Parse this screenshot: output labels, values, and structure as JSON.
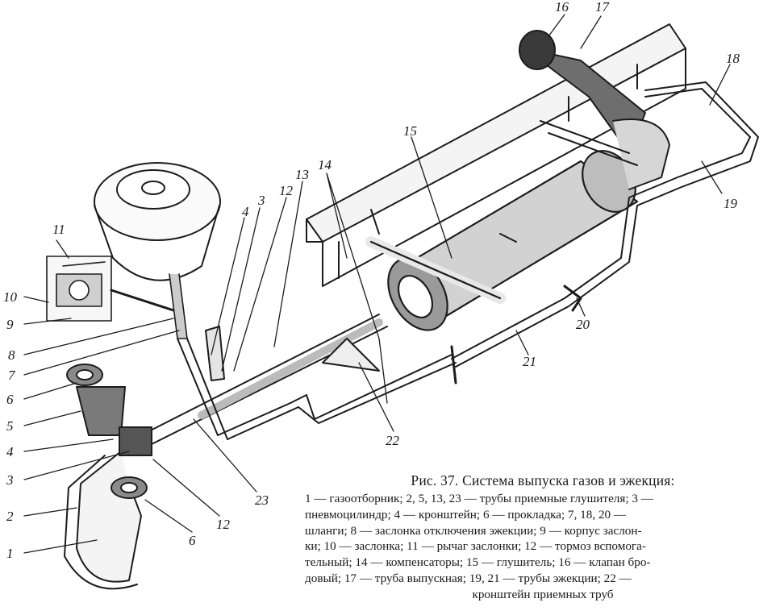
{
  "figure": {
    "callouts": [
      {
        "id": "c16",
        "text": "16"
      },
      {
        "id": "c17",
        "text": "17"
      },
      {
        "id": "c18",
        "text": "18"
      },
      {
        "id": "c19",
        "text": "19"
      },
      {
        "id": "c15",
        "text": "15"
      },
      {
        "id": "c14",
        "text": "14"
      },
      {
        "id": "c13",
        "text": "13"
      },
      {
        "id": "c12a",
        "text": "12"
      },
      {
        "id": "c3a",
        "text": "3"
      },
      {
        "id": "c4a",
        "text": "4"
      },
      {
        "id": "c11",
        "text": "11"
      },
      {
        "id": "c10",
        "text": "10"
      },
      {
        "id": "c9",
        "text": "9"
      },
      {
        "id": "c8",
        "text": "8"
      },
      {
        "id": "c7",
        "text": "7"
      },
      {
        "id": "c6a",
        "text": "6"
      },
      {
        "id": "c5",
        "text": "5"
      },
      {
        "id": "c4b",
        "text": "4"
      },
      {
        "id": "c3b",
        "text": "3"
      },
      {
        "id": "c2",
        "text": "2"
      },
      {
        "id": "c1",
        "text": "1"
      },
      {
        "id": "c6b",
        "text": "6"
      },
      {
        "id": "c12b",
        "text": "12"
      },
      {
        "id": "c23",
        "text": "23"
      },
      {
        "id": "c22",
        "text": "22"
      },
      {
        "id": "c21",
        "text": "21"
      },
      {
        "id": "c20",
        "text": "20"
      }
    ]
  },
  "caption": {
    "title": "Рис. 37. Система выпуска газов и эжекция:",
    "lines": [
      "1 — газоотборник; 2, 5, 13, 23 — трубы приемные глушителя; 3 —",
      "пневмоцилиндр; 4 — кронштейн; 6 — прокладка; 7, 18, 20 —",
      "шланги; 8 — заслонка отключения эжекции; 9 — корпус заслон-",
      "ки; 10 — заслонка; 11 — рычаг заслонки; 12 — тормоз вспомога-",
      "тельный; 14 — компенсаторы; 15 — глушитель; 16 — клапан бро-",
      "довый;   17 — труба   выпускная; 19, 21 — трубы эжекции; 22 —",
      "кронштейн приемных труб"
    ]
  }
}
